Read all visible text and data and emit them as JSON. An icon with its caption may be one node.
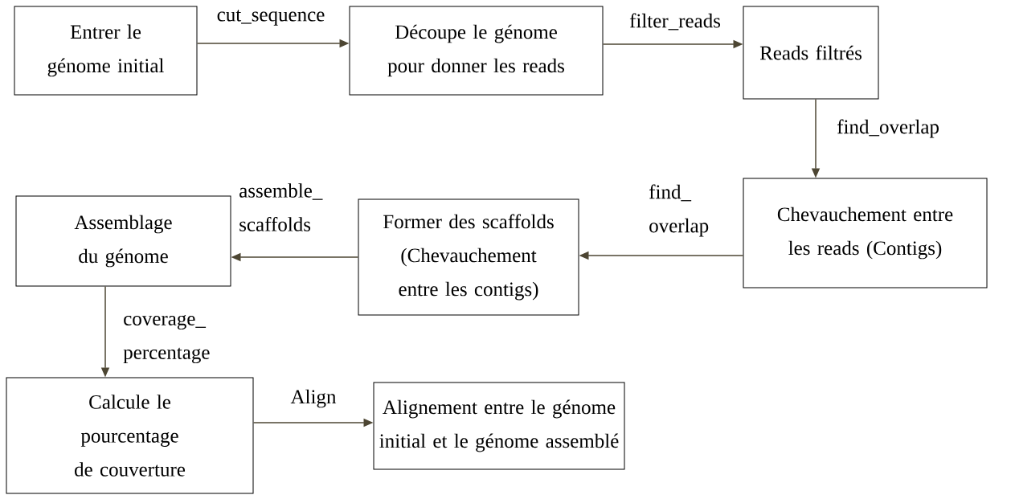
{
  "diagram": {
    "nodes": [
      {
        "text": [
          "Entrer le génome initial"
        ]
      },
      {
        "text": [
          "Découpe le génome pour donner les reads"
        ]
      },
      {
        "text": [
          "Reads filtrés"
        ]
      },
      {
        "text": [
          "Chevauchement entre les reads (Contigs)"
        ]
      },
      {
        "text": [
          "Former des scaffolds (Chevauchement entre les contigs)"
        ]
      },
      {
        "text": [
          "Assemblage du génome"
        ]
      },
      {
        "text": [
          "Calcule le pourcentage de couverture"
        ]
      },
      {
        "text": [
          "Alignement entre le génome initial et le génome assemblé"
        ]
      }
    ],
    "edges": [
      {
        "from": 0,
        "to": 1,
        "arrow": "to",
        "label": "cut_sequence"
      },
      {
        "from": 1,
        "to": 2,
        "arrow": "to",
        "label": "filter_reads"
      },
      {
        "from": 2,
        "to": 3,
        "arrow": "to",
        "label": "find_overlap"
      },
      {
        "from": 3,
        "to": 4,
        "arrow": "to",
        "label": "find_ overlap"
      },
      {
        "from": 4,
        "to": 5,
        "arrow": "to",
        "label": "assemble_ scaffolds"
      },
      {
        "from": 5,
        "to": 6,
        "arrow": "to",
        "label": "coverage_ percentage"
      },
      {
        "from": 6,
        "to": 7,
        "arrow": "to",
        "label": "Align"
      }
    ]
  }
}
